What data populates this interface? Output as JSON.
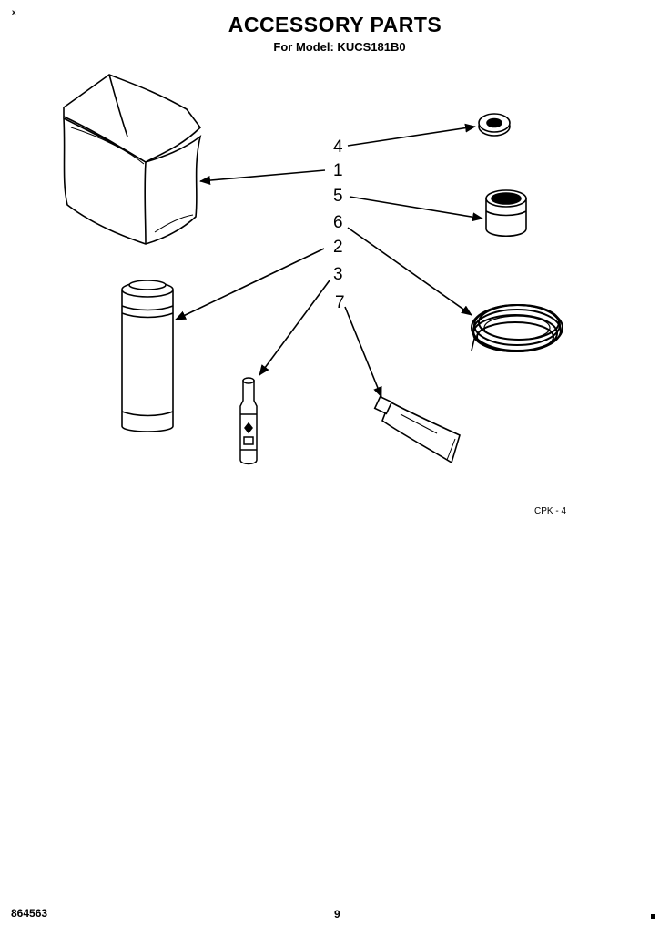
{
  "header": {
    "corner_mark": "x",
    "title": "ACCESSORY PARTS",
    "subtitle": "For Model: KUCS181B0"
  },
  "callouts": [
    {
      "id": "4",
      "label": "4"
    },
    {
      "id": "1",
      "label": "1"
    },
    {
      "id": "5",
      "label": "5"
    },
    {
      "id": "6",
      "label": "6"
    },
    {
      "id": "2",
      "label": "2"
    },
    {
      "id": "3",
      "label": "3"
    },
    {
      "id": "7",
      "label": "7"
    }
  ],
  "parts_icons": {
    "1": "bag-icon",
    "2": "spray-can-icon",
    "3": "touch-up-paint-icon",
    "4": "washer-icon",
    "5": "cup-icon",
    "6": "coiled-cord-icon",
    "7": "tube-icon"
  },
  "figure_code": "CPK - 4",
  "footer": {
    "doc_number": "864563",
    "page_number": "9"
  }
}
